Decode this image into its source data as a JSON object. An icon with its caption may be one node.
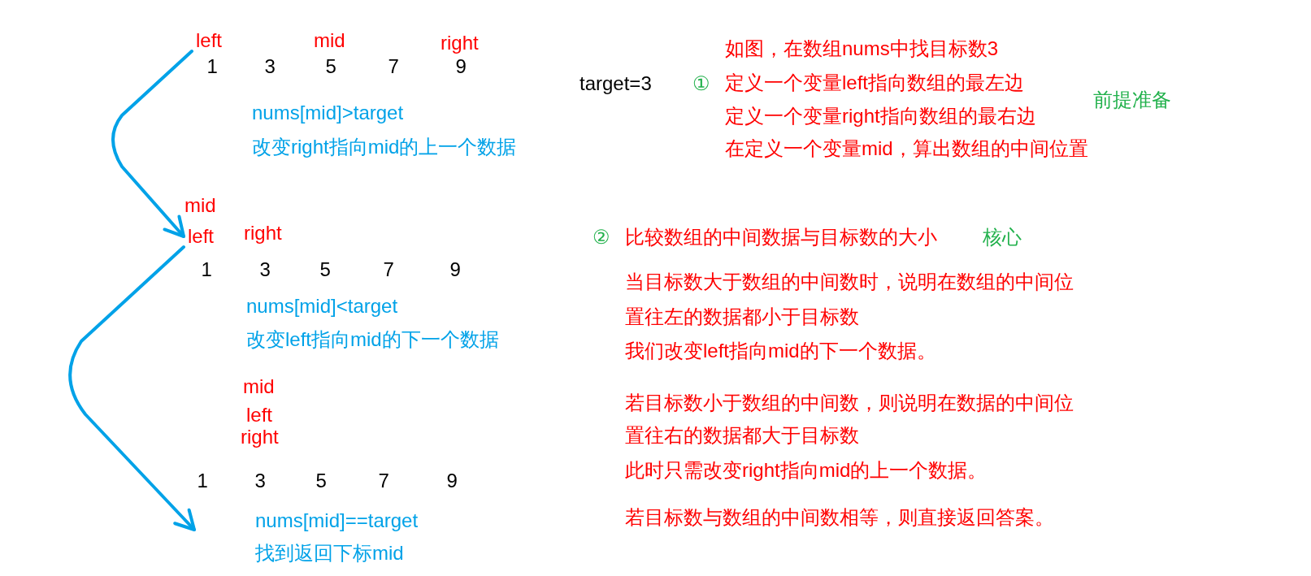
{
  "diagram": {
    "nodes": [
      {
        "text": [
          "left"
        ]
      },
      {
        "text": [
          "left"
        ]
      }
    ],
    "edges": [
      {
        "from": 0,
        "to": 1,
        "arrow": "to"
      },
      {
        "from": 1,
        "to": null,
        "arrow": "to"
      }
    ],
    "labels": [
      "mid",
      "right",
      "1",
      "3",
      "5",
      "7",
      "9",
      "nums[mid]>target",
      "改变right指向mid的上一个数据",
      "mid",
      "right",
      "1",
      "3",
      "5",
      "7",
      "9",
      "nums[mid]<target",
      "改变left指向mid的下一个数据",
      "mid",
      "left",
      "right",
      "1",
      "3",
      "5",
      "7",
      "9",
      "nums[mid]==target",
      "找到返回下标mid",
      "target=3",
      "①",
      "如图，在数组nums中找目标数3",
      "定义一个变量left指向数组的最左边",
      "定义一个变量right指向数组的最右边",
      "在定义一个变量mid，算出数组的中间位置",
      "前提准备",
      "②",
      "比较数组的中间数据与目标数的大小",
      "核心",
      "当目标数大于数组的中间数时，说明在数组的中间位置往左的数据都小于目标数",
      "我们改变left指向mid的下一个数据。",
      "若目标数小于数组的中间数，则说明在数据的中间位置往右的数据都大于目标数",
      "此时只需改变right指向mid的上一个数据。",
      "若目标数与数组的中间数相等，则直接返回答案。"
    ]
  }
}
